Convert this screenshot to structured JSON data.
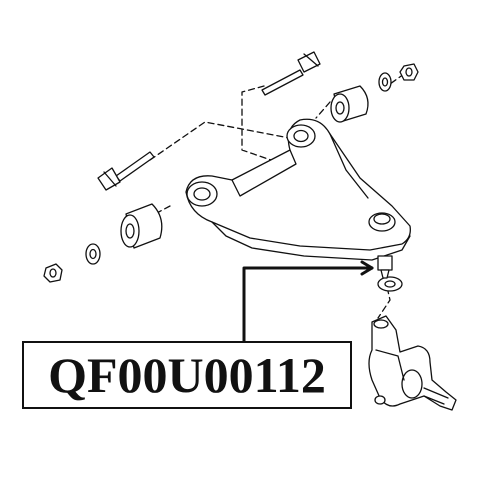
{
  "part_number": "QF00U00112",
  "colors": {
    "ink": "#111111",
    "background": "#ffffff"
  },
  "parts": [
    {
      "name": "upper-control-arm"
    },
    {
      "name": "bushing-front"
    },
    {
      "name": "bushing-rear"
    },
    {
      "name": "bolt-front"
    },
    {
      "name": "bolt-rear"
    },
    {
      "name": "washer"
    },
    {
      "name": "nut"
    },
    {
      "name": "ball-joint"
    },
    {
      "name": "steering-knuckle"
    }
  ]
}
